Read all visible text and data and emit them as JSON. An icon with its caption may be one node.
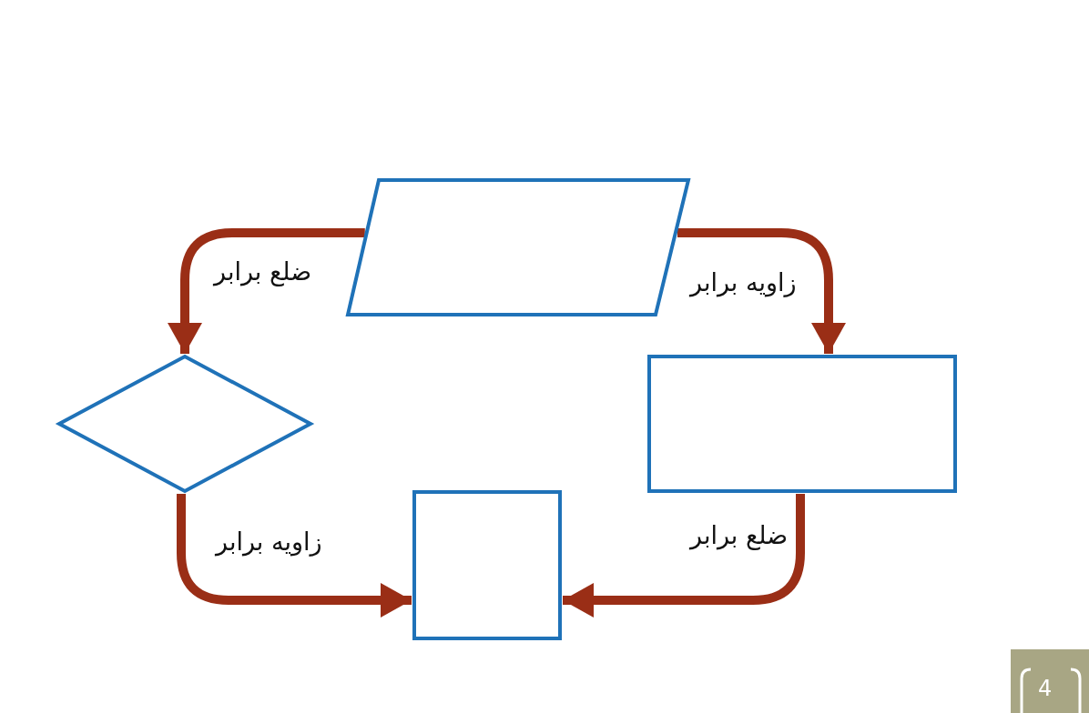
{
  "diagram": {
    "nodes": [
      {
        "text": [],
        "shape": "parallelogram"
      },
      {
        "text": [],
        "shape": "diamond"
      },
      {
        "text": [],
        "shape": "box"
      },
      {
        "text": [],
        "shape": "box"
      }
    ],
    "edges": [
      {
        "from": 0,
        "to": 1,
        "arrow": "to",
        "label": "ضلع برابر"
      },
      {
        "from": 0,
        "to": 2,
        "arrow": "to",
        "label": "زاویه برابر"
      },
      {
        "from": 1,
        "to": 3,
        "arrow": "to",
        "label": "زاویه برابر"
      },
      {
        "from": 2,
        "to": 3,
        "arrow": "to",
        "label": "ضلع برابر"
      }
    ],
    "labels": [
      "4"
    ]
  }
}
